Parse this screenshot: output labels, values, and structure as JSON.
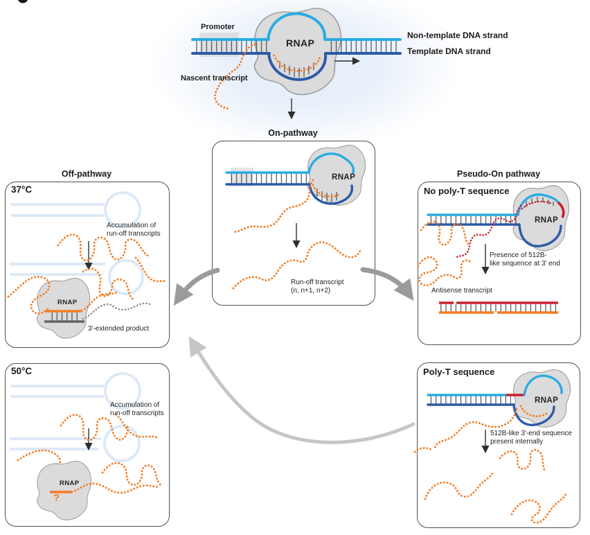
{
  "colors": {
    "non_template_blue": "#29ABE2",
    "template_blue": "#2B5AA7",
    "transcript_orange": "#F47B20",
    "antisense_red": "#C8202F",
    "rnap_gray_fill": "#DBDBDB",
    "arrow_dark_gray": "#9B9B9B",
    "arrow_light_gray": "#C6C6C6",
    "faint_hairpin_blue": "#DCE9F7",
    "halo_blue": "#E7EFF9"
  },
  "top_diagram": {
    "promoter_label": "Promoter",
    "rnap_label": "RNAP",
    "nascent_label": "Nascent transcript",
    "non_template_label": "Non-template DNA strand",
    "template_label": "Template DNA strand"
  },
  "on_pathway": {
    "title": "On-pathway",
    "rnap_label": "RNAP",
    "runoff_label": "Run-off transcript\n(n, n+1, n+2)"
  },
  "off_pathway": {
    "title": "Off-pathway",
    "box_37": {
      "temperature": "37°C",
      "accumulation_label": "Accumulation of\nrun-off transcripts",
      "rnap_label": "RNAP",
      "extended_label": "3'-extended product"
    },
    "box_50": {
      "temperature": "50°C",
      "accumulation_label": "Accumulation of\nrun-off transcripts",
      "rnap_label": "RNAP",
      "question_mark": "?"
    }
  },
  "pseudo_on_pathway": {
    "title": "Pseudo-On pathway",
    "no_polyt_box": {
      "header": "No poly-T sequence",
      "rnap_label": "RNAP",
      "presence_label": "Presence of 512B-\nlike sequence at 3' end",
      "antisense_label": "Antisense transcript"
    },
    "polyt_box": {
      "header": "Poly-T sequence",
      "rnap_label": "RNAP",
      "sequence_label": "512B-like 3'-end sequence\npresent internally"
    }
  }
}
